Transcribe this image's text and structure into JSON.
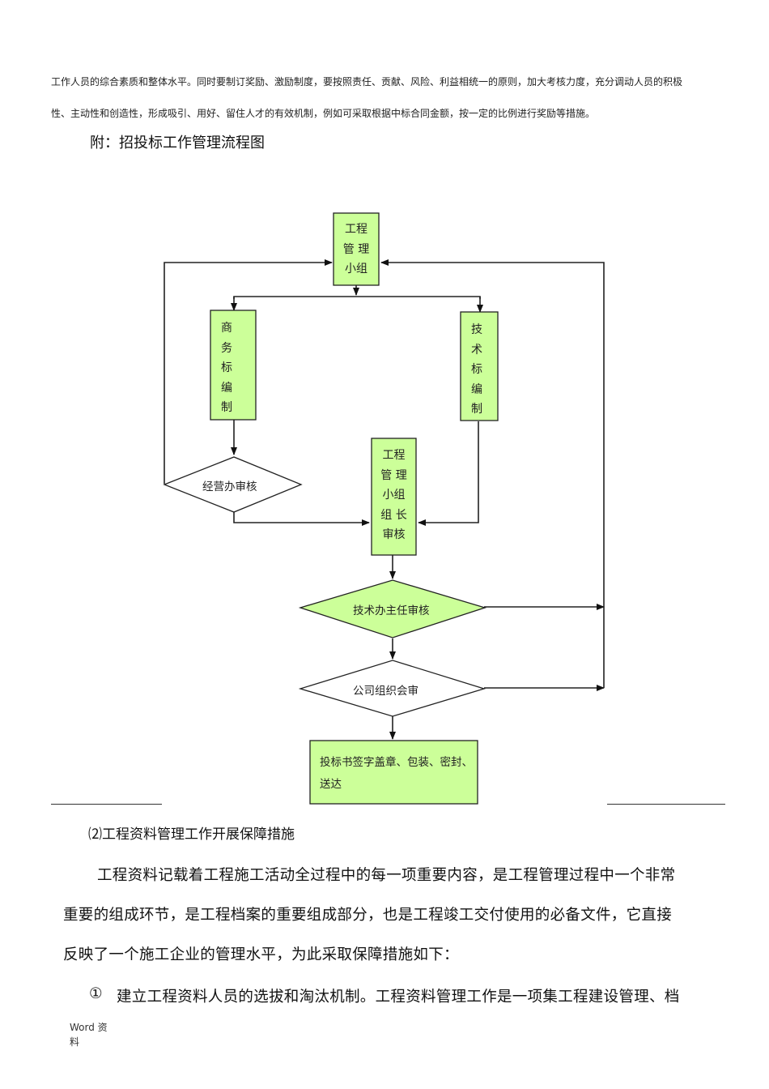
{
  "top_paragraph": {
    "line1": "工作人员的综合素质和整体水平。同时要制订奖励、激励制度，要按照责任、贡献、风险、利益相统一的原则，加大考核力度，充分调动人员的积极",
    "line2": "性、主动性和创造性，形成吸引、用好、留住人才的有效机制，例如可采取根据中标合同金额，按一定的比例进行奖励等措施。"
  },
  "appendix_title": "附：招投标工作管理流程图",
  "flowchart": {
    "colors": {
      "green": "#ccff99",
      "white": "#ffffff",
      "stroke": "#222222"
    },
    "nodes": {
      "group": [
        "工程",
        "管 理",
        "小组"
      ],
      "business": [
        "商",
        "务",
        "标",
        "编",
        "制"
      ],
      "technical": [
        "技",
        "术",
        "标",
        "编",
        "制"
      ],
      "leader": [
        "工程",
        "管 理",
        "小组",
        "组 长",
        "审核"
      ],
      "ops_review": "经营办审核",
      "tech_director_review": "技术办主任审核",
      "company_review": "公司组织会审",
      "final": [
        "投标书签字盖章、包装、密封、",
        "送达"
      ]
    }
  },
  "section": {
    "title": "⑵工程资料管理工作开展保障措施",
    "paragraph": [
      "工程资料记载着工程施工活动全过程中的每一项重要内容，是工程管理过程中一个非常",
      "重要的组成环节，是工程档案的重要组成部分，也是工程竣工交付使用的必备文件，它直接",
      "反映了一个施工企业的管理水平，为此采取保障措施如下："
    ],
    "item1_marker": "①",
    "item1_text": "建立工程资料人员的选拔和淘汰机制。工程资料管理工作是一项集工程建设管理、档"
  },
  "footer": {
    "line1": "Word 资",
    "line2": "料"
  }
}
